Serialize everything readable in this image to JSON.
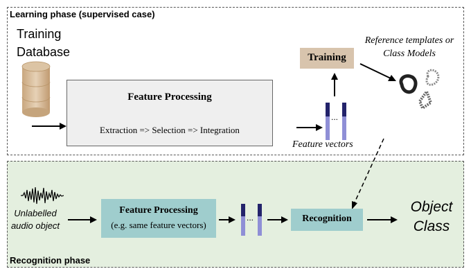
{
  "learning": {
    "title": "Learning phase (supervised case)",
    "db_line1": "Training",
    "db_line2": "Database",
    "feature_processing_title": "Feature Processing",
    "feature_processing_steps": "Extraction => Selection => Integration",
    "training_label": "Training",
    "reference_line1": "Reference templates or",
    "reference_line2": "Class Models",
    "feature_vectors_label": "Feature vectors",
    "dots": "..."
  },
  "recognition": {
    "title": "Recognition phase",
    "input_line1": "Unlabelled",
    "input_line2": "audio object",
    "feature_processing_title": "Feature Processing",
    "feature_processing_note": "(e.g. same feature vectors)",
    "recognition_label": "Recognition",
    "output_line1": "Object",
    "output_line2": "Class",
    "dots": "..."
  },
  "colors": {
    "learning_bg": "#ffffff",
    "recognition_bg": "#e4efdf",
    "database": "#d9bf9f",
    "training_box": "#d8c4ad",
    "teal_box": "#9fcdcd",
    "vector_dark": "#23236b",
    "vector_light": "#8f8fd6"
  }
}
